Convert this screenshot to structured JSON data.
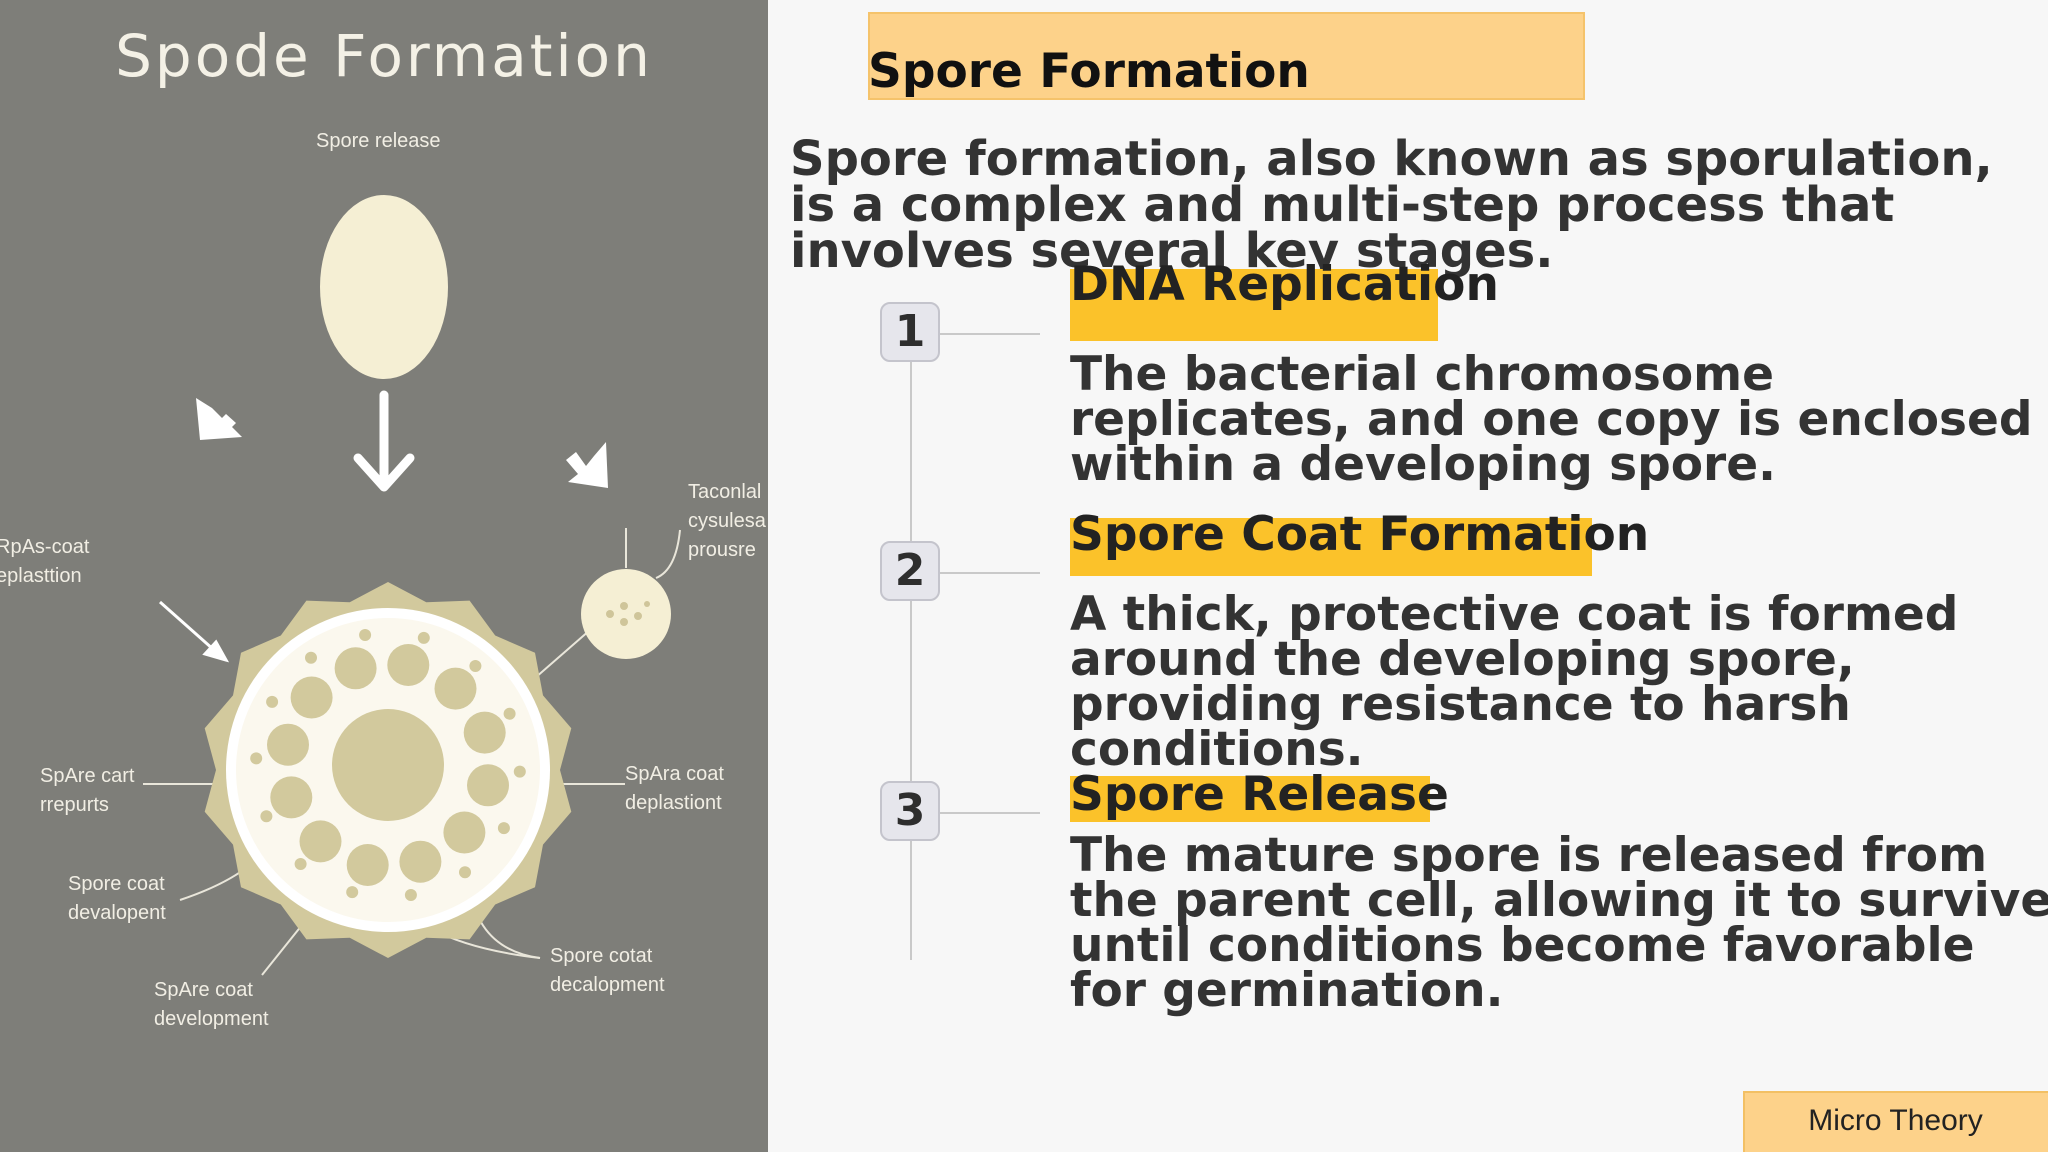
{
  "illustration": {
    "title": "Spode Formation",
    "labels": {
      "spore_release": "Spore release",
      "top_right": "Taconlal\ncysulesa\nprousre",
      "left_top": "RpAs-coat\neplasttion",
      "left_mid": "SpAre cart\nrrepurts",
      "right_mid": "SpAra coat\ndeplastiont",
      "left_low": "Spore coat\ndevalopent",
      "bottom_right": "Spore cotat\ndecalopment",
      "bottom_left": "SpAre coat\ndevelopment"
    }
  },
  "slide": {
    "title": "Spore Formation",
    "intro": "Spore formation, also known as sporulation, is a complex and multi-step process that involves several key stages."
  },
  "steps": [
    {
      "number": "1",
      "title": "DNA Replication",
      "body": "The bacterial chromosome replicates, and one copy is enclosed within a developing spore."
    },
    {
      "number": "2",
      "title": "Spore Coat Formation",
      "body": "A thick, protective coat is formed around the developing spore, providing resistance to harsh conditions."
    },
    {
      "number": "3",
      "title": "Spore Release",
      "body": "The mature spore is released from the parent cell, allowing it to survive until conditions become favorable for germination."
    }
  ],
  "footer": {
    "brand": "Micro Theory"
  },
  "colors": {
    "left_panel_bg": "#7e7e79",
    "highlight": "#fbc22a",
    "title_box": "#fdd28a",
    "cream": "#f5efd4",
    "khaki": "#d2c99d"
  }
}
